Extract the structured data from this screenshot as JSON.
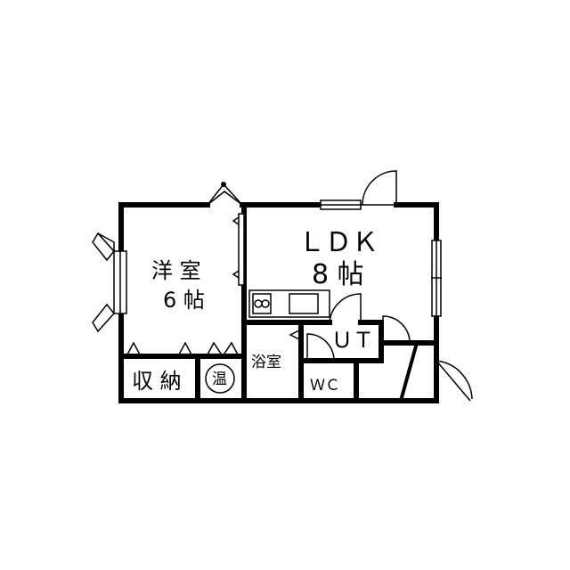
{
  "rooms": {
    "western_room": {
      "line1": "洋 室",
      "line2": "6 帖"
    },
    "ldk": {
      "line1": "ＬＤＫ",
      "line2": "8 帖"
    },
    "storage": {
      "label": "収 納"
    },
    "water_heater": {
      "label": "温"
    },
    "bath": {
      "label": "浴室"
    },
    "utility": {
      "label": "ＵＴ"
    },
    "toilet": {
      "label": "ＷＣ"
    }
  }
}
